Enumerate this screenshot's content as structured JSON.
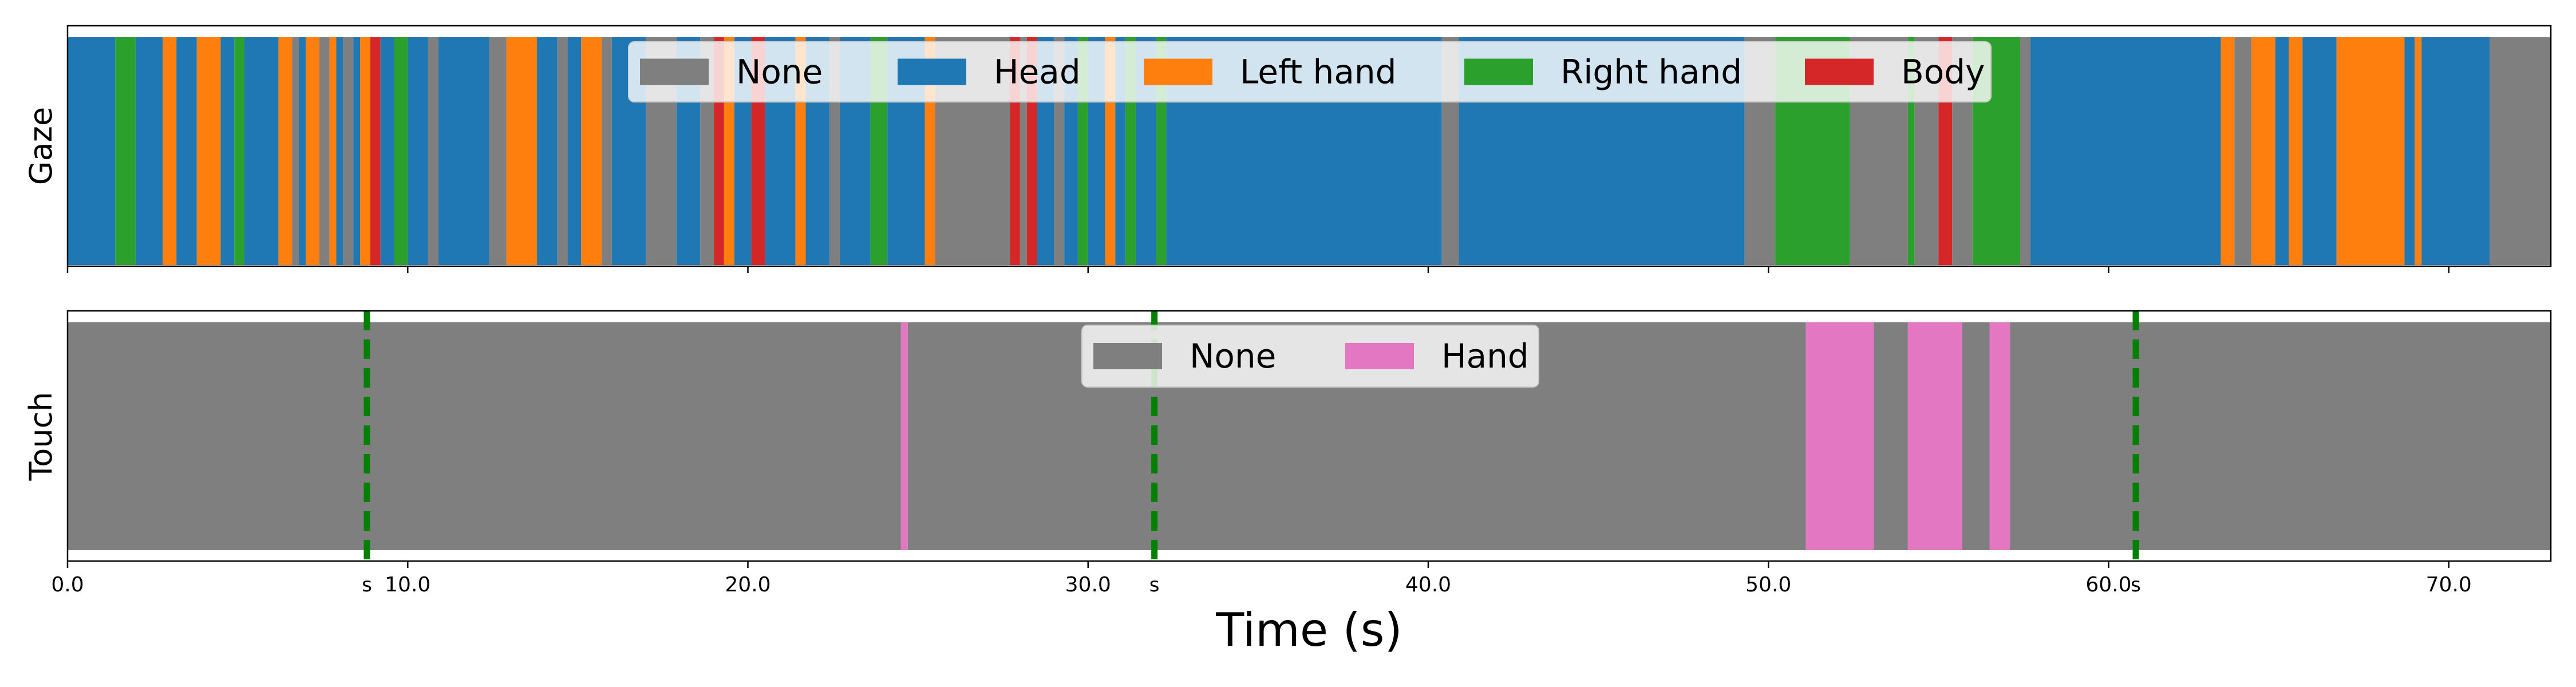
{
  "chart_data": {
    "type": "timeline",
    "xlabel": "Time (s)",
    "xlim": [
      0,
      73
    ],
    "xticks": [
      0,
      10,
      20,
      30,
      40,
      50,
      60,
      70
    ],
    "xtick_labels": [
      "0.0",
      "10.0",
      "20.0",
      "30.0",
      "40.0",
      "50.0",
      "60.0",
      "70.0"
    ],
    "panels": [
      {
        "ylabel": "Gaze",
        "legend": [
          {
            "label": "None",
            "color": "#7f7f7f"
          },
          {
            "label": "Head",
            "color": "#1f77b4"
          },
          {
            "label": "Left hand",
            "color": "#ff7f0e"
          },
          {
            "label": "Right hand",
            "color": "#2ca02c"
          },
          {
            "label": "Body",
            "color": "#d62728"
          }
        ],
        "segments": [
          {
            "start": 0.0,
            "end": 1.4,
            "label": "Head"
          },
          {
            "start": 1.4,
            "end": 2.0,
            "label": "Right hand"
          },
          {
            "start": 2.0,
            "end": 2.8,
            "label": "Head"
          },
          {
            "start": 2.8,
            "end": 3.2,
            "label": "Left hand"
          },
          {
            "start": 3.2,
            "end": 3.8,
            "label": "Head"
          },
          {
            "start": 3.8,
            "end": 4.5,
            "label": "Left hand"
          },
          {
            "start": 4.5,
            "end": 4.9,
            "label": "Head"
          },
          {
            "start": 4.9,
            "end": 5.2,
            "label": "Right hand"
          },
          {
            "start": 5.2,
            "end": 6.2,
            "label": "Head"
          },
          {
            "start": 6.2,
            "end": 6.6,
            "label": "Left hand"
          },
          {
            "start": 6.6,
            "end": 6.8,
            "label": "None"
          },
          {
            "start": 6.8,
            "end": 7.0,
            "label": "Head"
          },
          {
            "start": 7.0,
            "end": 7.4,
            "label": "Left hand"
          },
          {
            "start": 7.4,
            "end": 7.7,
            "label": "None"
          },
          {
            "start": 7.7,
            "end": 7.9,
            "label": "Left hand"
          },
          {
            "start": 7.9,
            "end": 8.1,
            "label": "Head"
          },
          {
            "start": 8.1,
            "end": 8.4,
            "label": "None"
          },
          {
            "start": 8.4,
            "end": 8.6,
            "label": "Head"
          },
          {
            "start": 8.6,
            "end": 8.9,
            "label": "Left hand"
          },
          {
            "start": 8.9,
            "end": 9.2,
            "label": "Body"
          },
          {
            "start": 9.2,
            "end": 9.6,
            "label": "Head"
          },
          {
            "start": 9.6,
            "end": 10.0,
            "label": "Right hand"
          },
          {
            "start": 10.0,
            "end": 10.6,
            "label": "Head"
          },
          {
            "start": 10.6,
            "end": 10.9,
            "label": "None"
          },
          {
            "start": 10.9,
            "end": 12.4,
            "label": "Head"
          },
          {
            "start": 12.4,
            "end": 12.9,
            "label": "None"
          },
          {
            "start": 12.9,
            "end": 13.8,
            "label": "Left hand"
          },
          {
            "start": 13.8,
            "end": 14.4,
            "label": "Head"
          },
          {
            "start": 14.4,
            "end": 14.7,
            "label": "None"
          },
          {
            "start": 14.7,
            "end": 15.1,
            "label": "Head"
          },
          {
            "start": 15.1,
            "end": 15.7,
            "label": "Left hand"
          },
          {
            "start": 15.7,
            "end": 16.0,
            "label": "None"
          },
          {
            "start": 16.0,
            "end": 17.0,
            "label": "Head"
          },
          {
            "start": 17.0,
            "end": 17.9,
            "label": "None"
          },
          {
            "start": 17.9,
            "end": 18.6,
            "label": "Head"
          },
          {
            "start": 18.6,
            "end": 19.0,
            "label": "None"
          },
          {
            "start": 19.0,
            "end": 19.3,
            "label": "Body"
          },
          {
            "start": 19.3,
            "end": 19.6,
            "label": "Left hand"
          },
          {
            "start": 19.6,
            "end": 20.1,
            "label": "Head"
          },
          {
            "start": 20.1,
            "end": 20.5,
            "label": "Body"
          },
          {
            "start": 20.5,
            "end": 21.4,
            "label": "Head"
          },
          {
            "start": 21.4,
            "end": 21.7,
            "label": "Left hand"
          },
          {
            "start": 21.7,
            "end": 22.4,
            "label": "Head"
          },
          {
            "start": 22.4,
            "end": 22.7,
            "label": "None"
          },
          {
            "start": 22.7,
            "end": 23.6,
            "label": "Head"
          },
          {
            "start": 23.6,
            "end": 24.1,
            "label": "Right hand"
          },
          {
            "start": 24.1,
            "end": 25.2,
            "label": "Head"
          },
          {
            "start": 25.2,
            "end": 25.5,
            "label": "Left hand"
          },
          {
            "start": 25.5,
            "end": 27.7,
            "label": "None"
          },
          {
            "start": 27.7,
            "end": 28.0,
            "label": "Body"
          },
          {
            "start": 28.0,
            "end": 28.2,
            "label": "None"
          },
          {
            "start": 28.2,
            "end": 28.5,
            "label": "Body"
          },
          {
            "start": 28.5,
            "end": 29.0,
            "label": "Head"
          },
          {
            "start": 29.0,
            "end": 29.3,
            "label": "None"
          },
          {
            "start": 29.3,
            "end": 29.7,
            "label": "Head"
          },
          {
            "start": 29.7,
            "end": 30.0,
            "label": "Right hand"
          },
          {
            "start": 30.0,
            "end": 30.5,
            "label": "Head"
          },
          {
            "start": 30.5,
            "end": 30.8,
            "label": "Left hand"
          },
          {
            "start": 30.8,
            "end": 31.1,
            "label": "Head"
          },
          {
            "start": 31.1,
            "end": 31.4,
            "label": "Right hand"
          },
          {
            "start": 31.4,
            "end": 32.0,
            "label": "Head"
          },
          {
            "start": 32.0,
            "end": 32.3,
            "label": "Right hand"
          },
          {
            "start": 32.3,
            "end": 40.4,
            "label": "Head"
          },
          {
            "start": 40.4,
            "end": 40.9,
            "label": "None"
          },
          {
            "start": 40.9,
            "end": 49.3,
            "label": "Head"
          },
          {
            "start": 49.3,
            "end": 50.2,
            "label": "None"
          },
          {
            "start": 50.2,
            "end": 52.4,
            "label": "Right hand"
          },
          {
            "start": 52.4,
            "end": 54.1,
            "label": "None"
          },
          {
            "start": 54.1,
            "end": 54.3,
            "label": "Right hand"
          },
          {
            "start": 54.3,
            "end": 55.0,
            "label": "None"
          },
          {
            "start": 55.0,
            "end": 55.4,
            "label": "Body"
          },
          {
            "start": 55.4,
            "end": 56.0,
            "label": "None"
          },
          {
            "start": 56.0,
            "end": 57.4,
            "label": "Right hand"
          },
          {
            "start": 57.4,
            "end": 57.7,
            "label": "None"
          },
          {
            "start": 57.7,
            "end": 63.3,
            "label": "Head"
          },
          {
            "start": 63.3,
            "end": 63.7,
            "label": "Left hand"
          },
          {
            "start": 63.7,
            "end": 64.2,
            "label": "None"
          },
          {
            "start": 64.2,
            "end": 64.9,
            "label": "Left hand"
          },
          {
            "start": 64.9,
            "end": 65.3,
            "label": "Head"
          },
          {
            "start": 65.3,
            "end": 65.7,
            "label": "Left hand"
          },
          {
            "start": 65.7,
            "end": 66.7,
            "label": "Head"
          },
          {
            "start": 66.7,
            "end": 68.7,
            "label": "Left hand"
          },
          {
            "start": 68.7,
            "end": 69.0,
            "label": "Head"
          },
          {
            "start": 69.0,
            "end": 69.2,
            "label": "Left hand"
          },
          {
            "start": 69.2,
            "end": 71.2,
            "label": "Head"
          },
          {
            "start": 71.2,
            "end": 73.0,
            "label": "None"
          }
        ]
      },
      {
        "ylabel": "Touch",
        "legend": [
          {
            "label": "None",
            "color": "#7f7f7f"
          },
          {
            "label": "Hand",
            "color": "#e377c2"
          }
        ],
        "segments": [
          {
            "start": 0.0,
            "end": 24.5,
            "label": "None"
          },
          {
            "start": 24.5,
            "end": 24.7,
            "label": "Hand"
          },
          {
            "start": 24.7,
            "end": 51.1,
            "label": "None"
          },
          {
            "start": 51.1,
            "end": 53.1,
            "label": "Hand"
          },
          {
            "start": 53.1,
            "end": 54.1,
            "label": "None"
          },
          {
            "start": 54.1,
            "end": 55.7,
            "label": "Hand"
          },
          {
            "start": 55.7,
            "end": 56.5,
            "label": "None"
          },
          {
            "start": 56.5,
            "end": 57.1,
            "label": "Hand"
          },
          {
            "start": 57.1,
            "end": 73.0,
            "label": "None"
          }
        ],
        "markers": [
          {
            "x": 8.8,
            "label": "s",
            "color": "#008000"
          },
          {
            "x": 31.95,
            "label": "s",
            "color": "#008000"
          },
          {
            "x": 60.8,
            "label": "s",
            "color": "#008000"
          }
        ]
      }
    ]
  }
}
